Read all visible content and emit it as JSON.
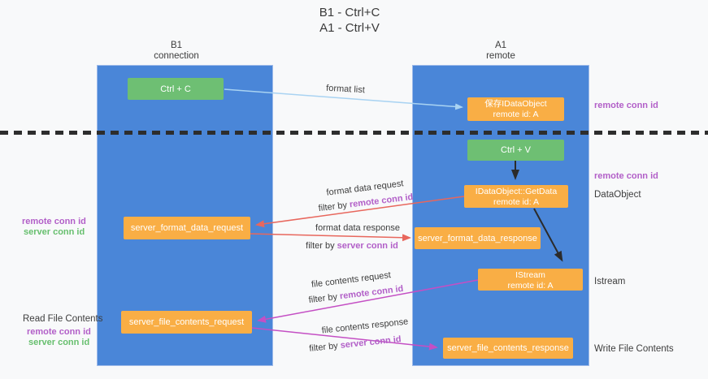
{
  "title": {
    "line1": "B1 - Ctrl+C",
    "line2": "A1 - Ctrl+V"
  },
  "lanes": {
    "left": {
      "name": "B1",
      "role": "connection"
    },
    "right": {
      "name": "A1",
      "role": "remote"
    }
  },
  "nodes": {
    "ctrl_c": {
      "label": "Ctrl + C"
    },
    "save_dataobject": {
      "title": "保存IDataObject",
      "subtitle": "remote id: A"
    },
    "ctrl_v": {
      "label": "Ctrl + V"
    },
    "getdata": {
      "title": "IDataObject::GetData",
      "subtitle": "remote id: A"
    },
    "server_format_data_request": {
      "label": "server_format_data_request"
    },
    "server_format_data_response": {
      "label": "server_format_data_response"
    },
    "istream": {
      "title": "IStream",
      "subtitle": "remote id: A"
    },
    "server_file_contents_request": {
      "label": "server_file_contents_request"
    },
    "server_file_contents_response": {
      "label": "server_file_contents_response"
    }
  },
  "edges": {
    "format_list": {
      "label": "format list"
    },
    "format_data_request": {
      "label": "format data request",
      "filter_prefix": "filter by ",
      "filter_key": "remote conn id"
    },
    "format_data_response": {
      "label": "format data response",
      "filter_prefix": "filter by ",
      "filter_key": "server conn id"
    },
    "file_contents_request": {
      "label": "file contents request",
      "filter_prefix": "filter by ",
      "filter_key": "remote conn id"
    },
    "file_contents_response": {
      "label": "file contents response",
      "filter_prefix": "filter by ",
      "filter_key": "server conn id"
    }
  },
  "side_labels": {
    "right_remote_conn_id_top": "remote conn id",
    "right_remote_conn_id_mid": "remote conn id",
    "right_dataobject": "DataObject",
    "right_istream": "Istream",
    "right_write_file_contents": "Write File Contents",
    "left_remote_conn_id_top": "remote conn id",
    "left_server_conn_id_top": "server conn id",
    "left_read_file_contents": "Read File Contents",
    "left_remote_conn_id_bottom": "remote conn id",
    "left_server_conn_id_bottom": "server conn id"
  },
  "colors": {
    "lane_fill": "#4A86D8",
    "node_green": "#6EBF73",
    "node_orange": "#F9AE45",
    "arrow_light_blue": "#A9D3F2",
    "arrow_red": "#E8675D",
    "arrow_magenta": "#C44FC4",
    "arrow_black": "#2B2B2B",
    "text_purple": "#B25FC8",
    "text_green": "#67BF6E",
    "text_dark": "#3D3D3D",
    "background": "#F8F9FA"
  }
}
